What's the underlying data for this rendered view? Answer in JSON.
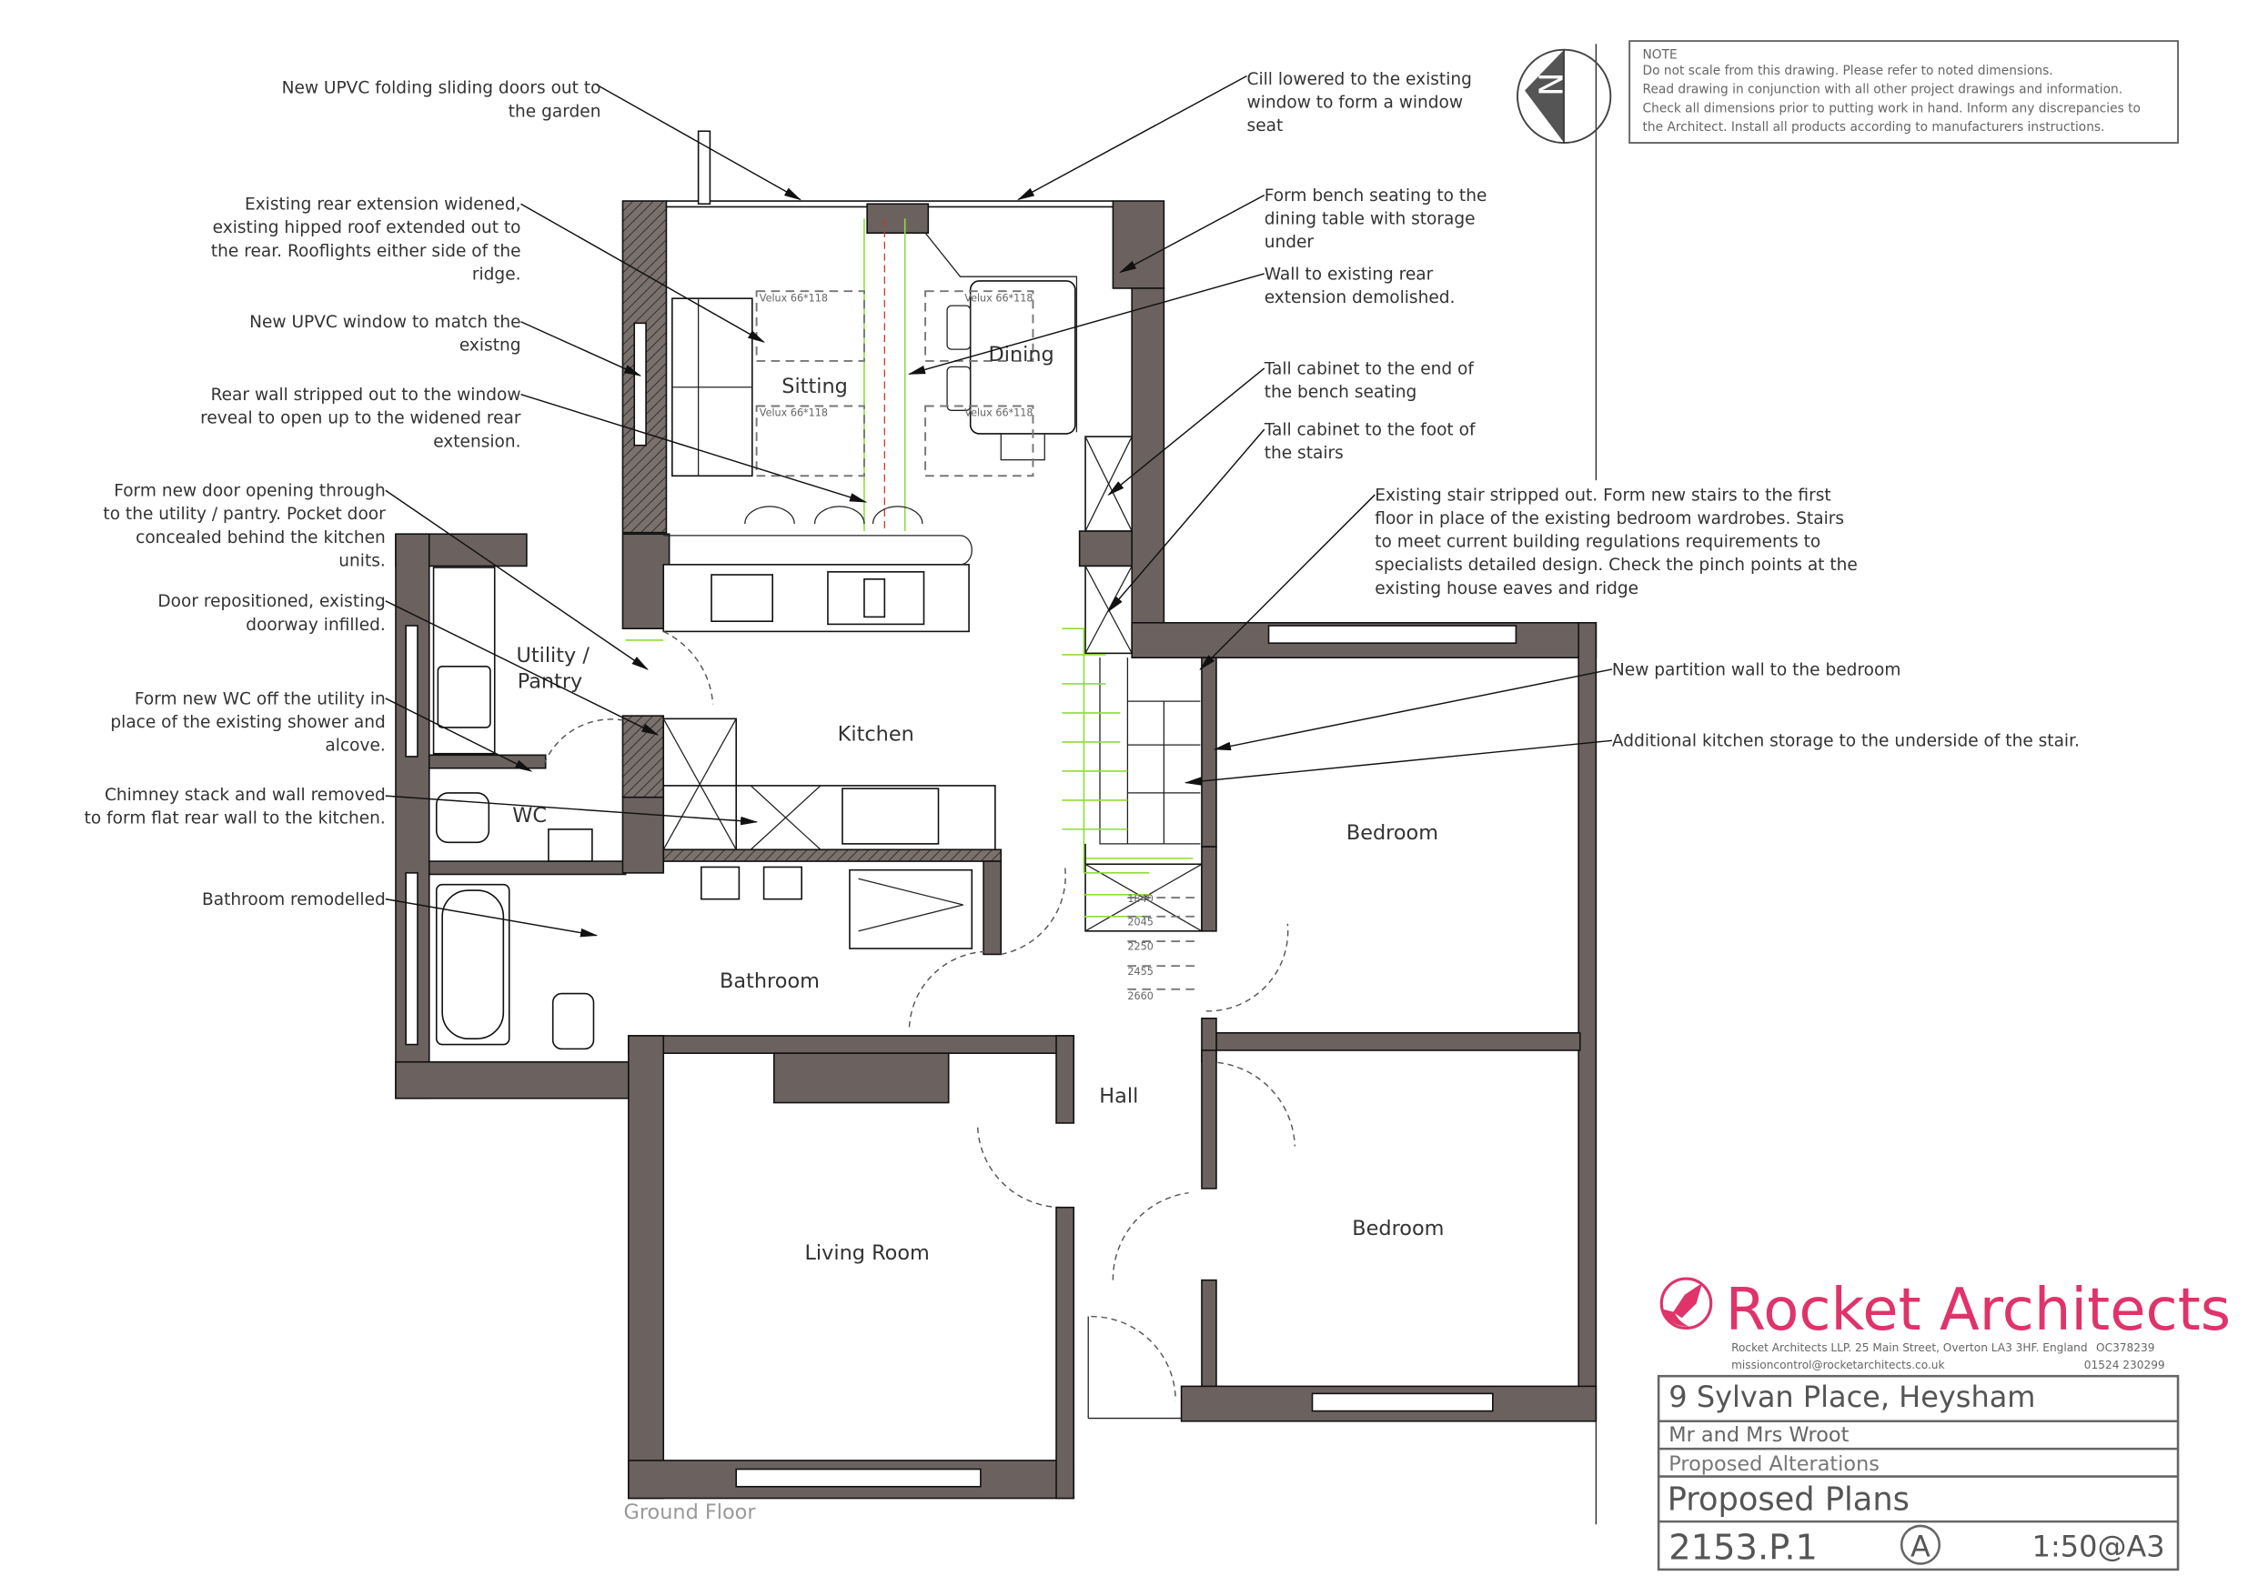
{
  "note": {
    "heading": "NOTE",
    "lines": [
      "Do not scale from this drawing. Please refer to noted dimensions.",
      "Read drawing in conjunction with all other project drawings and information.",
      "Check all dimensions prior to putting work in hand. Inform any discrepancies to",
      "the Architect. Install all products according to manufacturers instructions."
    ]
  },
  "north_arrow": {
    "label": "N"
  },
  "rooms": {
    "sitting": "Sitting",
    "dining": "Dining",
    "utility_1": "Utility /",
    "utility_2": "Pantry",
    "kitchen": "Kitchen",
    "wc": "WC",
    "bathroom": "Bathroom",
    "bedroom_1": "Bedroom",
    "hall": "Hall",
    "living": "Living Room",
    "bedroom_2": "Bedroom"
  },
  "plan_label": "Ground Floor",
  "rooflights": [
    "Velux 66*118",
    "Velux 66*118",
    "Velux 66*118",
    "Velux 66*118"
  ],
  "stair_levels": [
    "1840",
    "2045",
    "2250",
    "2455",
    "2660"
  ],
  "annotations": [
    {
      "lines": [
        "New UPVC folding sliding doors out to",
        "the garden"
      ]
    },
    {
      "lines": [
        "Existing rear extension widened,",
        "existing hipped roof extended out to",
        "the rear. Rooflights either side of the",
        "ridge."
      ]
    },
    {
      "lines": [
        "New UPVC window to match the",
        "existng"
      ]
    },
    {
      "lines": [
        "Rear wall stripped out to the window",
        "reveal  to open up to the widened rear",
        "extension."
      ]
    },
    {
      "lines": [
        "Form new door opening through",
        "to the utility / pantry. Pocket door",
        "concealed behind the kitchen",
        "units."
      ]
    },
    {
      "lines": [
        "Door repositioned, existing",
        "doorway infilled."
      ]
    },
    {
      "lines": [
        "Form new WC off the utility in",
        "place of the existing shower and",
        "alcove."
      ]
    },
    {
      "lines": [
        "Chimney stack and wall removed",
        "to form flat rear wall to the kitchen."
      ]
    },
    {
      "lines": [
        "Bathroom remodelled"
      ]
    },
    {
      "lines": [
        "Cill lowered to the existing",
        "window to form a window",
        "seat"
      ]
    },
    {
      "lines": [
        "Form bench seating to the",
        "dining table with storage",
        "under"
      ]
    },
    {
      "lines": [
        "Wall to existing rear",
        "extension demolished."
      ]
    },
    {
      "lines": [
        "Tall cabinet to the end of",
        "the bench seating"
      ]
    },
    {
      "lines": [
        "Tall cabinet to the foot of",
        "the stairs"
      ]
    },
    {
      "lines": [
        "Existing stair stripped out. Form new stairs to the first",
        "floor in place of the existing bedroom wardrobes. Stairs",
        "to meet current building regulations requirements to",
        "specialists detailed design. Check the pinch points at the",
        "existing house eaves and ridge"
      ]
    },
    {
      "lines": [
        "New partition wall to the bedroom"
      ]
    },
    {
      "lines": [
        "Additional kitchen storage to the underside of the stair."
      ]
    }
  ],
  "title_block": {
    "company": "Rocket Architects",
    "address": "Rocket Architects LLP. 25 Main Street, Overton LA3 3HF. England",
    "company_no": "OC378239",
    "email": "missioncontrol@rocketarchitects.co.uk",
    "phone": "01524 230299",
    "project": "9 Sylvan Place, Heysham",
    "client": "Mr and Mrs Wroot",
    "job": "Proposed Alterations",
    "drawing_title": "Proposed Plans",
    "drawing_no": "2153.P.1",
    "revision": "A",
    "scale": "1:50@A3"
  },
  "colors": {
    "brand": "#e0336a",
    "wall": "#6b625f",
    "green": "#8fdc3a"
  }
}
